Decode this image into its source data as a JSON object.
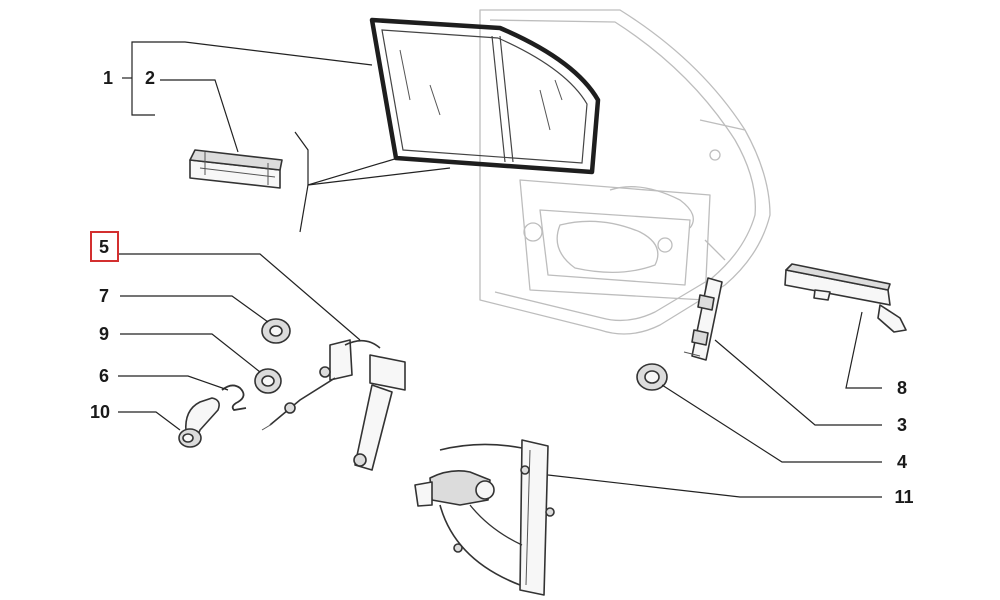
{
  "labels": {
    "p1": "1",
    "p2": "2",
    "p3": "3",
    "p4": "4",
    "p5": "5",
    "p6": "6",
    "p7": "7",
    "p8": "8",
    "p9": "9",
    "p10": "10",
    "p11": "11"
  },
  "highlight": {
    "part": "5",
    "color": "#d32f2f"
  }
}
